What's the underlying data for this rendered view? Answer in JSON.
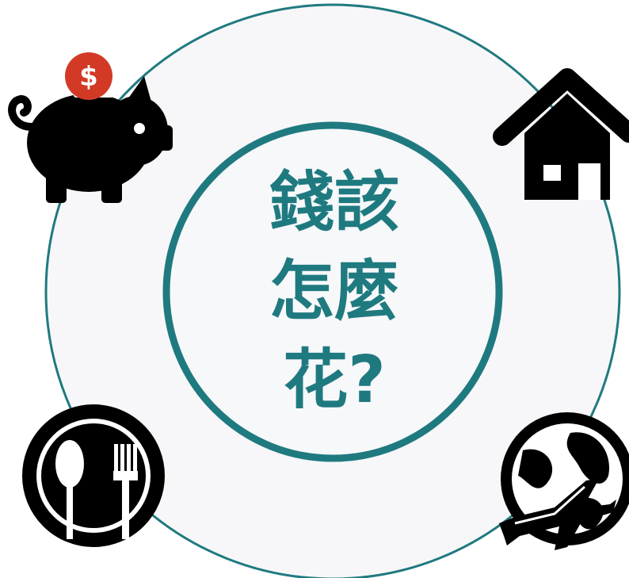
{
  "headline": {
    "lines": [
      "錢該",
      "怎麼",
      "花?"
    ]
  },
  "coin_symbol": "$",
  "colors": {
    "ring": "#1f7a80",
    "text": "#1f7a80",
    "disc_fill": "#f6f7f9",
    "icon": "#000000",
    "coin": "#d23a26"
  },
  "icons": [
    "piggy-bank-icon",
    "house-icon",
    "utensils-icon",
    "globe-airplane-icon"
  ]
}
